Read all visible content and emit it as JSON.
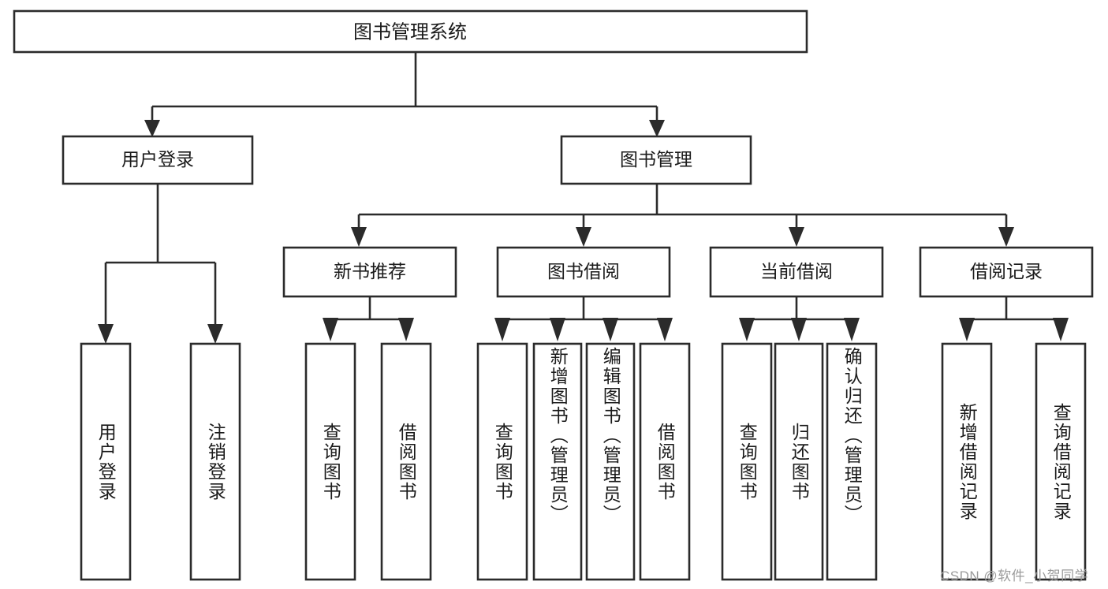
{
  "diagram": {
    "type": "tree-hierarchy-flowchart",
    "root": {
      "id": "root",
      "label": "图书管理系统"
    },
    "level2": [
      {
        "id": "user-login",
        "label": "用户登录"
      },
      {
        "id": "book-manage",
        "label": "图书管理"
      }
    ],
    "level3": [
      {
        "id": "new-book-recommend",
        "label": "新书推荐",
        "parent": "book-manage"
      },
      {
        "id": "book-borrow",
        "label": "图书借阅",
        "parent": "book-manage"
      },
      {
        "id": "current-borrow",
        "label": "当前借阅",
        "parent": "book-manage"
      },
      {
        "id": "borrow-record",
        "label": "借阅记录",
        "parent": "book-manage"
      }
    ],
    "leaves": [
      {
        "id": "leaf-user-login",
        "label": "用户登录",
        "parent": "user-login"
      },
      {
        "id": "leaf-logout-login",
        "label": "注销登录",
        "parent": "user-login"
      },
      {
        "id": "leaf-query-book-1",
        "label": "查询图书",
        "parent": "new-book-recommend"
      },
      {
        "id": "leaf-borrow-book-1",
        "label": "借阅图书",
        "parent": "new-book-recommend"
      },
      {
        "id": "leaf-query-book-2",
        "label": "查询图书",
        "parent": "book-borrow"
      },
      {
        "id": "leaf-add-book",
        "label": "新增图书（管理员）",
        "parent": "book-borrow"
      },
      {
        "id": "leaf-edit-book",
        "label": "编辑图书（管理员）",
        "parent": "book-borrow"
      },
      {
        "id": "leaf-borrow-book-2",
        "label": "借阅图书",
        "parent": "book-borrow"
      },
      {
        "id": "leaf-query-book-3",
        "label": "查询图书",
        "parent": "current-borrow"
      },
      {
        "id": "leaf-return-book",
        "label": "归还图书",
        "parent": "current-borrow"
      },
      {
        "id": "leaf-confirm-return",
        "label": "确认归还（管理员）",
        "parent": "current-borrow"
      },
      {
        "id": "leaf-add-record",
        "label": "新增借阅记录",
        "parent": "borrow-record"
      },
      {
        "id": "leaf-query-record",
        "label": "查询借阅记录",
        "parent": "borrow-record"
      }
    ]
  },
  "watermark": {
    "text": "CSDN @软件_小贺同学"
  },
  "colors": {
    "stroke": "#2b2b2b",
    "box_fill": "#ffffff",
    "text": "#1b1b1b",
    "watermark": "#9b9b9b",
    "background": "#ffffff"
  }
}
